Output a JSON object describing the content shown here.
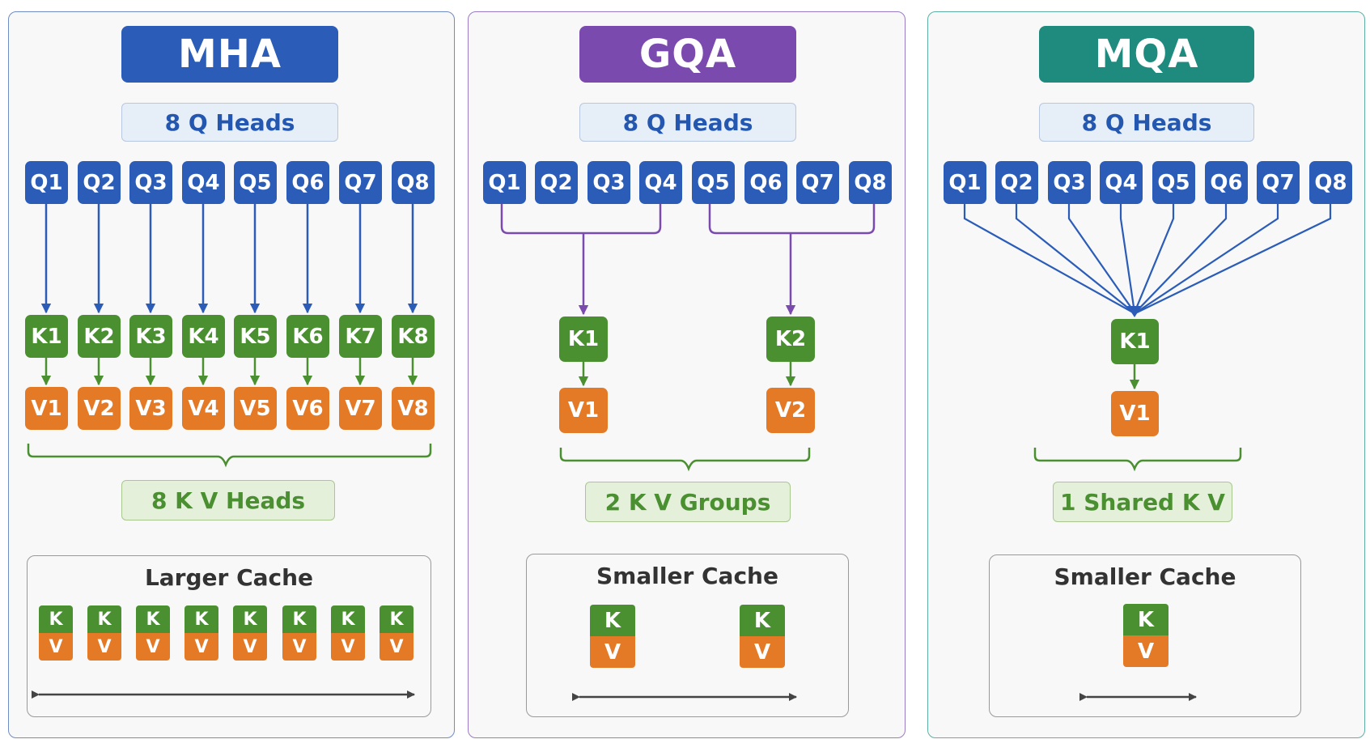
{
  "colors": {
    "mha": "#2a5cb8",
    "gqa": "#7b4aae",
    "mqa": "#1f8a7e",
    "query": "#2a5cb8",
    "key": "#4a8f30",
    "value": "#e47a25"
  },
  "mha": {
    "title": "MHA",
    "q_label": "8 Q Heads",
    "queries": [
      "Q1",
      "Q2",
      "Q3",
      "Q4",
      "Q5",
      "Q6",
      "Q7",
      "Q8"
    ],
    "keys": [
      "K1",
      "K2",
      "K3",
      "K4",
      "K5",
      "K6",
      "K7",
      "K8"
    ],
    "values": [
      "V1",
      "V2",
      "V3",
      "V4",
      "V5",
      "V6",
      "V7",
      "V8"
    ],
    "kv_label": "8 K V Heads",
    "cache_title": "Larger Cache",
    "cache_k": "K",
    "cache_v": "V"
  },
  "gqa": {
    "title": "GQA",
    "q_label": "8 Q Heads",
    "queries": [
      "Q1",
      "Q2",
      "Q3",
      "Q4",
      "Q5",
      "Q6",
      "Q7",
      "Q8"
    ],
    "keys": [
      "K1",
      "K2"
    ],
    "values": [
      "V1",
      "V2"
    ],
    "kv_label": "2 K V Groups",
    "cache_title": "Smaller Cache",
    "cache_k": "K",
    "cache_v": "V"
  },
  "mqa": {
    "title": "MQA",
    "q_label": "8 Q Heads",
    "queries": [
      "Q1",
      "Q2",
      "Q3",
      "Q4",
      "Q5",
      "Q6",
      "Q7",
      "Q8"
    ],
    "keys": [
      "K1"
    ],
    "values": [
      "V1"
    ],
    "kv_label": "1 Shared K V",
    "cache_title": "Smaller Cache",
    "cache_k": "K",
    "cache_v": "V"
  }
}
